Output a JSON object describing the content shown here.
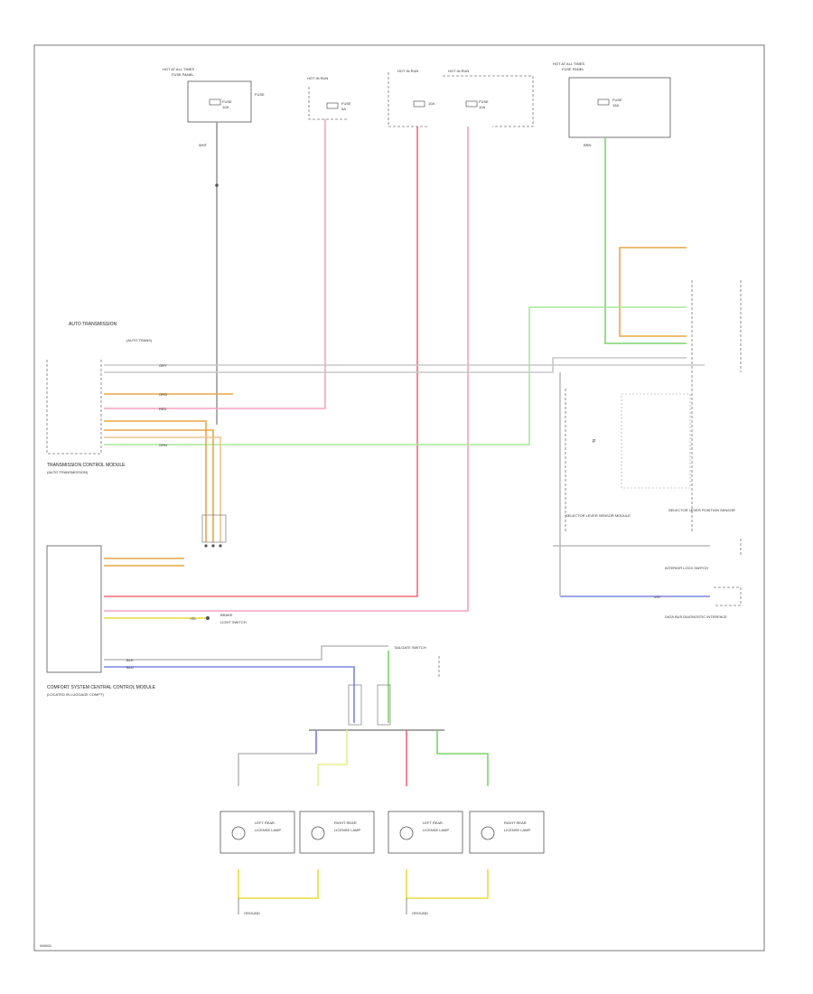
{
  "diagram": {
    "footer_code": "W0000",
    "colors": {
      "pink": "#f7a1c4",
      "red": "#f06a7a",
      "green": "#7dd36a",
      "yellow": "#e6dc3a",
      "orange": "#e9a646",
      "gray": "#b9b9b9",
      "blue": "#7b86e0",
      "frame": "#777777"
    },
    "fuses": {
      "f1_header": "HOT AT ALL TIMES",
      "f1_sub": "FUSE PANEL",
      "f1_fuse": "FUSE",
      "f1_amp": "10A",
      "f2_header": "HOT IN RUN",
      "f2_fuse": "FUSE",
      "f2_amp": "5A",
      "f3_header": "HOT IN RUN",
      "f3_fuse": "FUSE",
      "f3_amp": "10A",
      "f4_header": "HOT IN RUN",
      "f4_fuse": "FUSE",
      "f4_amp": "10A",
      "f5_header": "HOT AT ALL TIMES",
      "f5_sub": "FUSE PANEL",
      "f5_fuse": "FUSE",
      "f5_amp": "15A"
    },
    "wire_labels": {
      "gry": "GRY",
      "red": "RED",
      "blu": "BLU",
      "grn": "GRN",
      "brn": "BRN",
      "vio": "VIO",
      "blk": "BLK",
      "wht": "WHT",
      "yel": "YEL",
      "org": "ORG"
    },
    "components": {
      "tcm_header": "AUTO TRANSMISSION",
      "tcm_label": "TRANSMISSION CONTROL MODULE",
      "tcm_note": "(AUTO TRANSMISSION)",
      "trans_note": "(AUTO TRANS)",
      "selector_lever_left": "SELECTOR LEVER SENSOR MODULE",
      "selector_lever_right": "SELECTOR LEVER POSITION SENSOR",
      "interior_lock": "INTERIOR LOCK SWITCH",
      "data_bus": "DATA BUS DIAGNOSTIC INTERFACE",
      "comfort_module": "COMFORT SYSTEM CENTRAL CONTROL MODULE",
      "comfort_sub": "(LOCATED IN LUGGAGE COMPT)",
      "tail_switch": "TAILGATE SWITCH",
      "ground_1": "GROUND",
      "ground_2": "GROUND",
      "brake": "BRAKE",
      "brake_sub": "LIGHT SWITCH",
      "left_lamp": "LEFT REAR",
      "right_lamp": "RIGHT REAR",
      "lamp_sub": "LICENSE LAMP",
      "node_p": "P"
    }
  }
}
